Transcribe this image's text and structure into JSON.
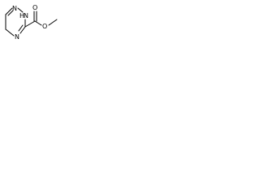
{
  "molecule": {
    "atoms": {
      "n1": "N",
      "n2_h": "H",
      "n2": "N",
      "n4": "N",
      "o_carbonyl": "O",
      "o_ester": "O"
    }
  }
}
